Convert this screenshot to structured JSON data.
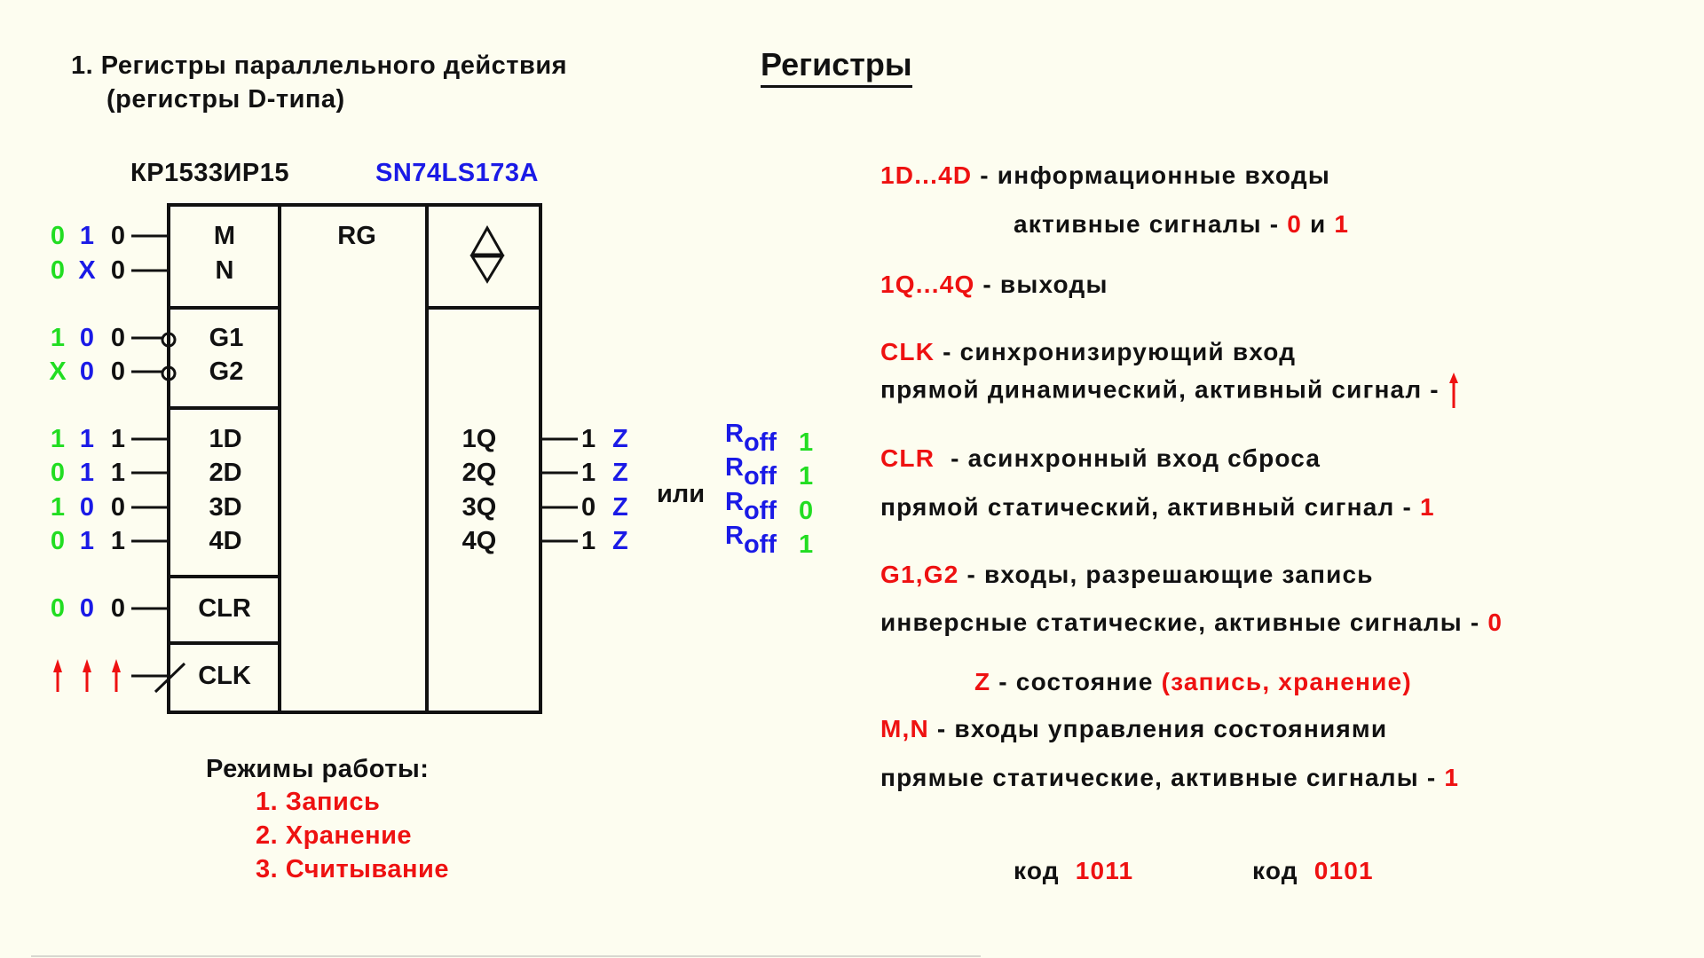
{
  "header": {
    "title_line1": "1. Регистры параллельного действия",
    "title_line2": "(регистры D-типа)",
    "heading": "Регистры"
  },
  "chip": {
    "part_ru": "КР1533ИР15",
    "part_en": "SN74LS173A"
  },
  "block": {
    "labels": {
      "M": "M",
      "N": "N",
      "G1": "G1",
      "G2": "G2",
      "D1": "1D",
      "D2": "2D",
      "D3": "3D",
      "D4": "4D",
      "CLR": "CLR",
      "CLK": "CLK",
      "RG": "RG"
    },
    "outputs": [
      "1Q",
      "2Q",
      "3Q",
      "4Q"
    ]
  },
  "inputs": [
    {
      "pin": "M",
      "green": "0",
      "blue": "1",
      "black": "0"
    },
    {
      "pin": "N",
      "green": "0",
      "blue": "X",
      "black": "0"
    },
    {
      "pin": "G1",
      "green": "1",
      "blue": "0",
      "black": "0"
    },
    {
      "pin": "G2",
      "green": "X",
      "blue": "0",
      "black": "0"
    },
    {
      "pin": "1D",
      "green": "1",
      "blue": "1",
      "black": "1"
    },
    {
      "pin": "2D",
      "green": "0",
      "blue": "1",
      "black": "1"
    },
    {
      "pin": "3D",
      "green": "1",
      "blue": "0",
      "black": "0"
    },
    {
      "pin": "4D",
      "green": "0",
      "blue": "1",
      "black": "1"
    },
    {
      "pin": "CLR",
      "green": "0",
      "blue": "0",
      "black": "0"
    }
  ],
  "clk_inputs": [
    "rising-edge-arrow",
    "rising-edge-arrow",
    "rising-edge-arrow"
  ],
  "output_values": {
    "q": [
      "1",
      "1",
      "0",
      "1"
    ],
    "z": [
      "Z",
      "Z",
      "Z",
      "Z"
    ],
    "or_label": "или",
    "roff_main": "R",
    "roff_sub": "off",
    "roff_values": [
      "1",
      "1",
      "0",
      "1"
    ]
  },
  "modes": {
    "title": "Режимы работы:",
    "items": [
      "1. Запись",
      "2. Хранение",
      "3. Считывание"
    ]
  },
  "legend": {
    "d_key": "1D...4D",
    "d_text": " - информационные входы",
    "d_active": "активные сигналы - ",
    "d_v0": "0",
    "d_and": " и ",
    "d_v1": "1",
    "q_key": "1Q...4Q",
    "q_text": " - выходы",
    "clk_key": "CLK",
    "clk_text": " - синхронизирующий вход",
    "clk_line2": "прямой динамический, активный сигнал - ",
    "clr_key": "CLR",
    "clr_text": "  - асинхронный вход сброса",
    "clr_line2": "прямой статический, активный сигнал - ",
    "clr_val": "1",
    "g_key": "G1,G2",
    "g_text": " - входы, разрешающие запись",
    "g_line2": "инверсные статические, активные сигналы - ",
    "g_val": "0",
    "z_key": "Z",
    "z_text": " - состояние ",
    "z_paren": "(запись, хранение)",
    "mn_key": "M,N",
    "mn_text": " - входы управления состояниями",
    "mn_line2": "прямые статические, активные сигналы - ",
    "mn_val": "1"
  },
  "codes": [
    {
      "label": "код",
      "value": "1011"
    },
    {
      "label": "код",
      "value": "0101"
    }
  ],
  "colors": {
    "red": "#ee1111",
    "green": "#22dd22",
    "blue": "#1a1ae6",
    "background": "#fdfdf0"
  }
}
